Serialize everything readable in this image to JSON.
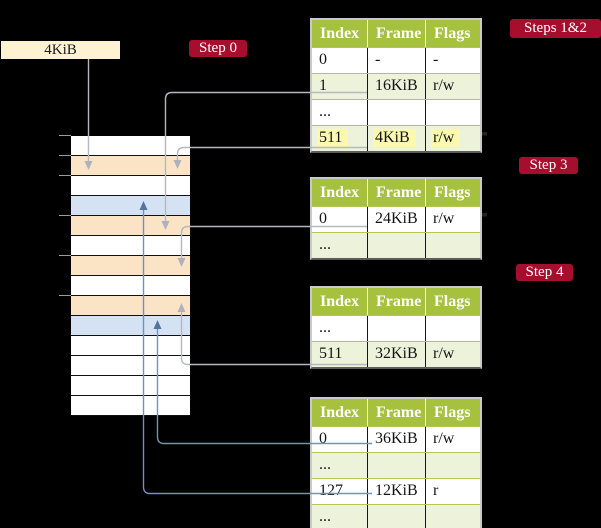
{
  "palette": {
    "background": "#000000",
    "table_header_bg": "#a6c13d",
    "table_row_alt_bg": "#edf2da",
    "table_border_outer": "#c9c9c9",
    "highlight_yellow": "#fbf9ae",
    "step_label_bg": "#a50e2c",
    "step_label_fg": "#ffffff",
    "frame_label_bg": "#fdf3d2",
    "mem_white": "#ffffff",
    "mem_peach": "#fbe3c6",
    "mem_blue": "#d4e2f4",
    "connector_gray": "#b5b9be",
    "connector_blue": "#7291c0"
  },
  "frame_label": {
    "text": "4KiB"
  },
  "step_labels": [
    {
      "text": "Step 0"
    },
    {
      "text": "Steps 1&2"
    },
    {
      "text": "Step 3"
    },
    {
      "text": "Step 4"
    }
  ],
  "memory": {
    "rows": [
      "white",
      "peach",
      "white",
      "blue",
      "peach",
      "white",
      "peach",
      "white",
      "peach",
      "blue",
      "white",
      "white",
      "white",
      "white"
    ]
  },
  "tables": [
    {
      "headers": [
        "Index",
        "Frame",
        "Flags"
      ],
      "rows": [
        {
          "cells": [
            "0",
            "-",
            "-"
          ],
          "highlight": false
        },
        {
          "cells": [
            "1",
            "16KiB",
            "r/w"
          ],
          "highlight": false
        },
        {
          "cells": [
            "...",
            "",
            ""
          ],
          "highlight": false
        },
        {
          "cells": [
            "511",
            "4KiB",
            "r/w"
          ],
          "highlight": true
        }
      ]
    },
    {
      "headers": [
        "Index",
        "Frame",
        "Flags"
      ],
      "rows": [
        {
          "cells": [
            "0",
            "24KiB",
            "r/w"
          ],
          "highlight": false
        },
        {
          "cells": [
            "...",
            "",
            ""
          ],
          "highlight": false
        }
      ]
    },
    {
      "headers": [
        "Index",
        "Frame",
        "Flags"
      ],
      "rows": [
        {
          "cells": [
            "...",
            "",
            ""
          ],
          "highlight": false
        },
        {
          "cells": [
            "511",
            "32KiB",
            "r/w"
          ],
          "highlight": false
        }
      ]
    },
    {
      "headers": [
        "Index",
        "Frame",
        "Flags"
      ],
      "rows": [
        {
          "cells": [
            "0",
            "36KiB",
            "r/w"
          ],
          "highlight": false
        },
        {
          "cells": [
            "...",
            "",
            ""
          ],
          "highlight": false
        },
        {
          "cells": [
            "127",
            "12KiB",
            "r"
          ],
          "highlight": false
        },
        {
          "cells": [
            "...",
            "",
            ""
          ],
          "highlight": false
        }
      ]
    }
  ]
}
